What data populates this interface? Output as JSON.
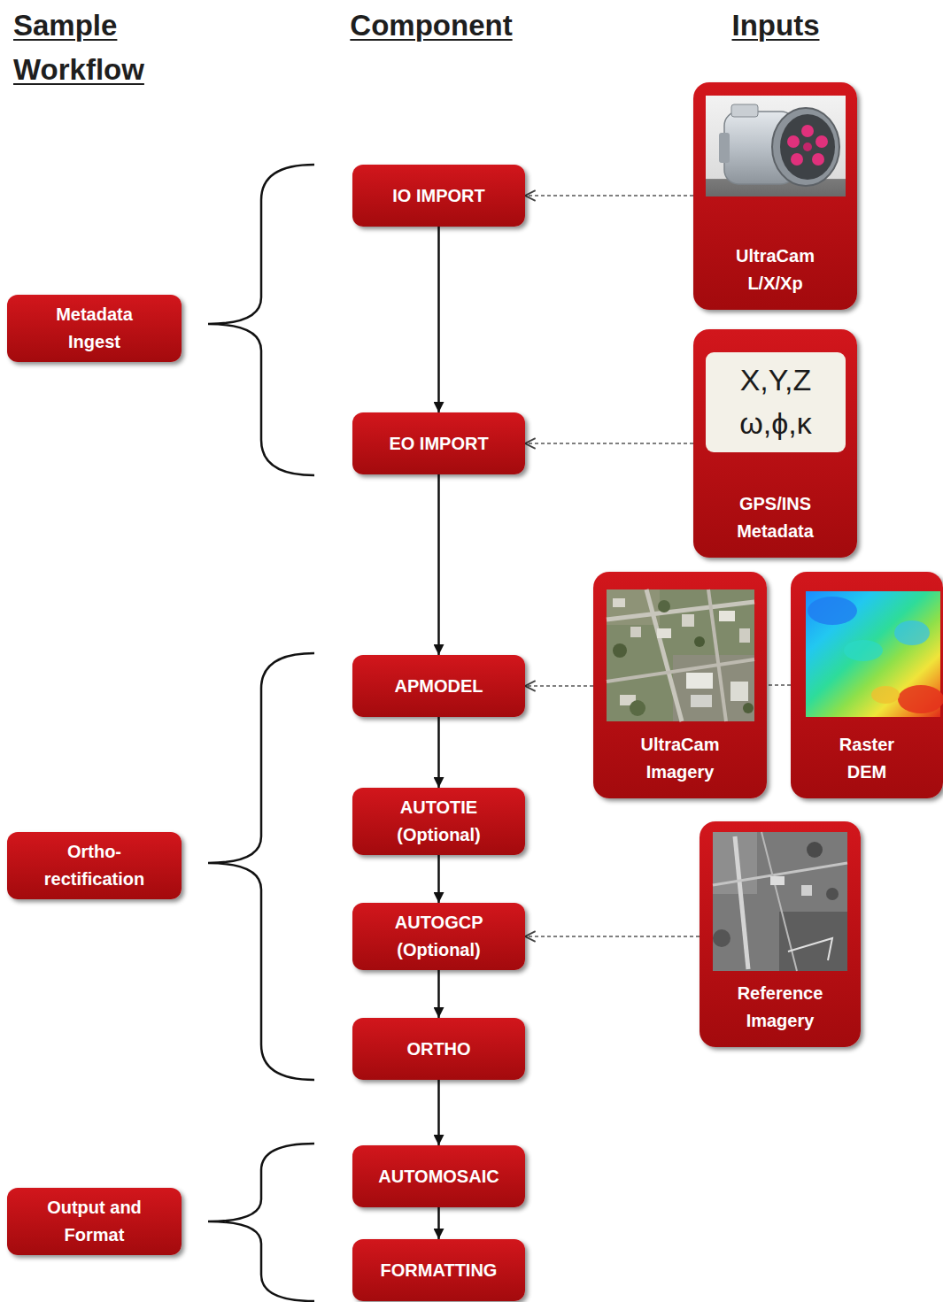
{
  "diagram": {
    "nodes": [
      {
        "text": [
          "Metadata Ingest"
        ]
      },
      {
        "text": [
          "IO IMPORT"
        ]
      },
      {
        "text": [
          "UltraCam L/X/Xp"
        ]
      },
      {
        "text": [
          "EO IMPORT"
        ]
      },
      {
        "text": [
          "GPS/INS Metadata"
        ]
      },
      {
        "text": [
          "X,Y,Z ω,ϕ,κ"
        ],
        "in": 4
      },
      {
        "text": [
          "APMODEL"
        ]
      },
      {
        "text": [
          "UltraCam Imagery"
        ]
      },
      {
        "text": [
          "Raster DEM"
        ]
      },
      {
        "text": [
          "Ortho- rectification"
        ]
      },
      {
        "text": [
          "AUTOTIE (Optional)"
        ]
      },
      {
        "text": [
          "AUTOGCP (Optional)"
        ]
      },
      {
        "text": [
          "Reference Imagery"
        ]
      },
      {
        "text": [
          "ORTHO"
        ]
      },
      {
        "text": [
          "Output and Format"
        ]
      },
      {
        "text": [
          "AUTOMOSAIC"
        ]
      },
      {
        "text": [
          "FORMATTING"
        ]
      }
    ],
    "edges": [
      {
        "from": 2,
        "to": 1,
        "arrow": "to"
      },
      {
        "from": 1,
        "to": 3,
        "arrow": "to"
      },
      {
        "from": 4,
        "to": 3,
        "arrow": "to"
      },
      {
        "from": 3,
        "to": 6,
        "arrow": "to"
      },
      {
        "from": 7,
        "to": 6,
        "arrow": "to"
      },
      {
        "from": 8,
        "to": 7,
        "arrow": "none"
      },
      {
        "from": 6,
        "to": 10,
        "arrow": "to"
      },
      {
        "from": 10,
        "to": 11,
        "arrow": "to"
      },
      {
        "from": 12,
        "to": 11,
        "arrow": "to"
      },
      {
        "from": 11,
        "to": 13,
        "arrow": "to"
      },
      {
        "from": 13,
        "to": 15,
        "arrow": "to"
      },
      {
        "from": 15,
        "to": 16,
        "arrow": "to"
      }
    ],
    "labels": [
      "Sample Workflow",
      "Component",
      "Inputs"
    ]
  }
}
